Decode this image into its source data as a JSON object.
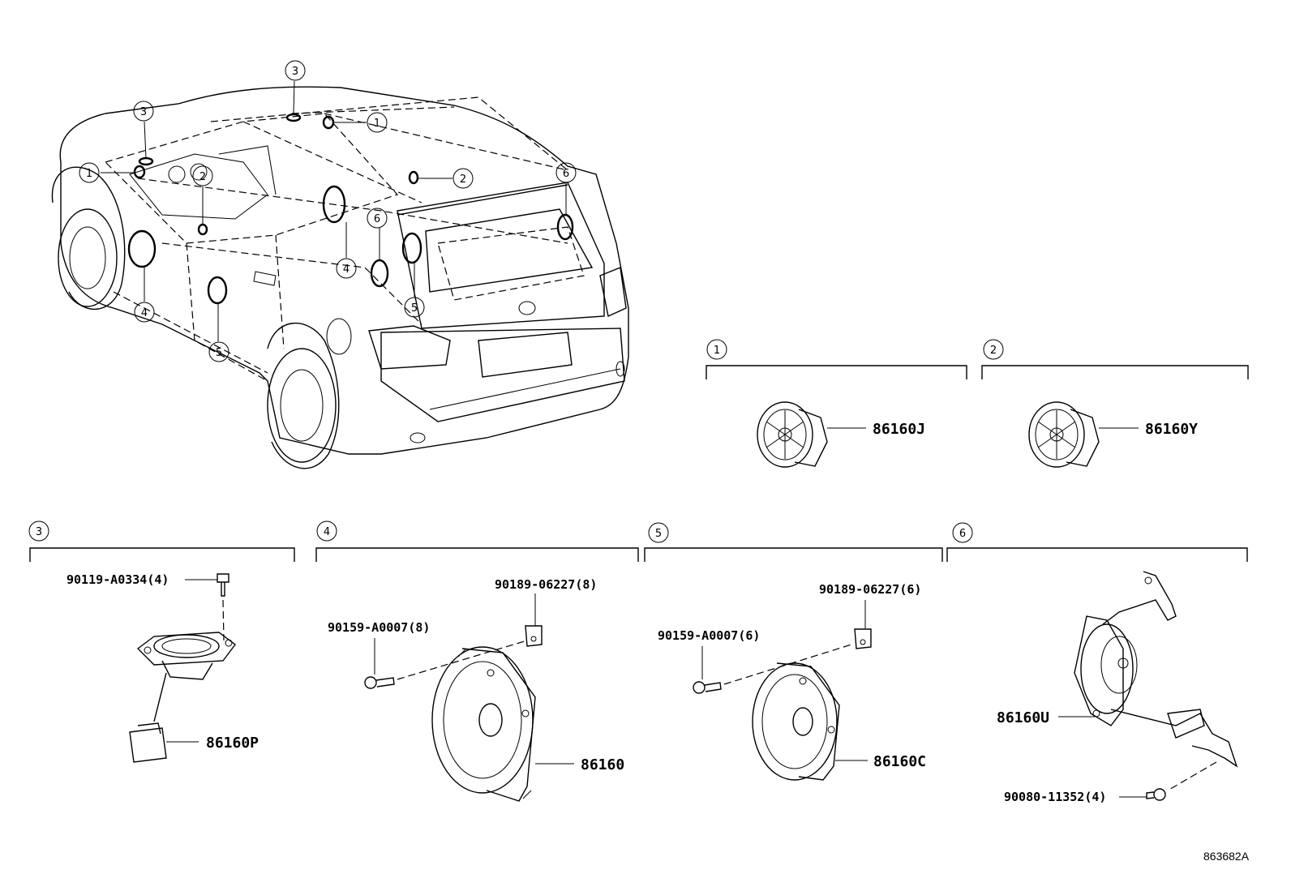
{
  "diagram_id": "863682A",
  "vehicle_callouts": [
    {
      "id": "c1a",
      "text": "1"
    },
    {
      "id": "c1b",
      "text": "1"
    },
    {
      "id": "c2a",
      "text": "2"
    },
    {
      "id": "c2b",
      "text": "2"
    },
    {
      "id": "c3a",
      "text": "3"
    },
    {
      "id": "c3b",
      "text": "3"
    },
    {
      "id": "c4a",
      "text": "4"
    },
    {
      "id": "c4b",
      "text": "4"
    },
    {
      "id": "c5a",
      "text": "5"
    },
    {
      "id": "c5b",
      "text": "5"
    },
    {
      "id": "c6a",
      "text": "6"
    },
    {
      "id": "c6b",
      "text": "6"
    }
  ],
  "sections": [
    {
      "number": "1",
      "parts": [
        {
          "part_no": "86160J"
        }
      ]
    },
    {
      "number": "2",
      "parts": [
        {
          "part_no": "86160Y"
        }
      ]
    },
    {
      "number": "3",
      "parts": [
        {
          "part_no": "90119-A0334(4)"
        },
        {
          "part_no": "86160P"
        }
      ]
    },
    {
      "number": "4",
      "parts": [
        {
          "part_no": "90189-06227(8)"
        },
        {
          "part_no": "90159-A0007(8)"
        },
        {
          "part_no": "86160"
        }
      ]
    },
    {
      "number": "5",
      "parts": [
        {
          "part_no": "90189-06227(6)"
        },
        {
          "part_no": "90159-A0007(6)"
        },
        {
          "part_no": "86160C"
        }
      ]
    },
    {
      "number": "6",
      "parts": [
        {
          "part_no": "86160U"
        },
        {
          "part_no": "90080-11352(4)"
        }
      ]
    }
  ]
}
